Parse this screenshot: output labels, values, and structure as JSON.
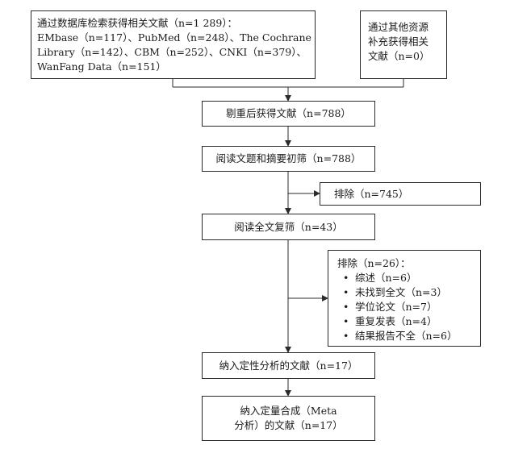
{
  "flowchart": {
    "db_search": {
      "line1": "通过数据库检索获得相关文献（n=1 289）：",
      "line2": "EMbase（n=117）、PubMed（n=248）、The Cochrane",
      "line3": "Library（n=142）、CBM（n=252）、CNKI（n=379）、",
      "line4": "WanFang Data（n=151）"
    },
    "other_sources": {
      "line1": "通过其他资源",
      "line2": "补充获得相关",
      "line3": "文献（n=0）"
    },
    "dedup": "剔重后获得文献（n=788）",
    "title_abstract": "阅读文题和摘要初筛（n=788）",
    "exclude_1": "排除（n=745）",
    "fulltext": "阅读全文复筛（n=43）",
    "exclude_2": {
      "title": "排除（n=26）：",
      "items": [
        "综述（n=6）",
        "未找到全文（n=3）",
        "学位论文（n=7）",
        "重复发表（n=4）",
        "结果报告不全（n=6）"
      ]
    },
    "qualitative": "纳入定性分析的文献（n=17）",
    "meta": {
      "line1": "纳入定量合成（Meta",
      "line2": "分析）的文献（n=17）"
    }
  }
}
